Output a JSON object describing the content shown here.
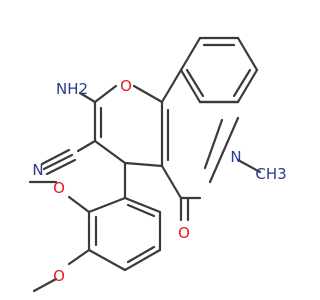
{
  "colors": {
    "bond": "#3a3a3a",
    "carbon_nitrogen_text": "#2d3a8c",
    "oxygen_text": "#e02020",
    "background": "#ffffff"
  },
  "atoms": {
    "nh2": "NH2",
    "o_ring": "O",
    "cn_n": "N",
    "n_ring": "N",
    "methyl": "CH3",
    "carbonyl_o": "O",
    "ome1_o": "O",
    "ome2_o": "O"
  }
}
